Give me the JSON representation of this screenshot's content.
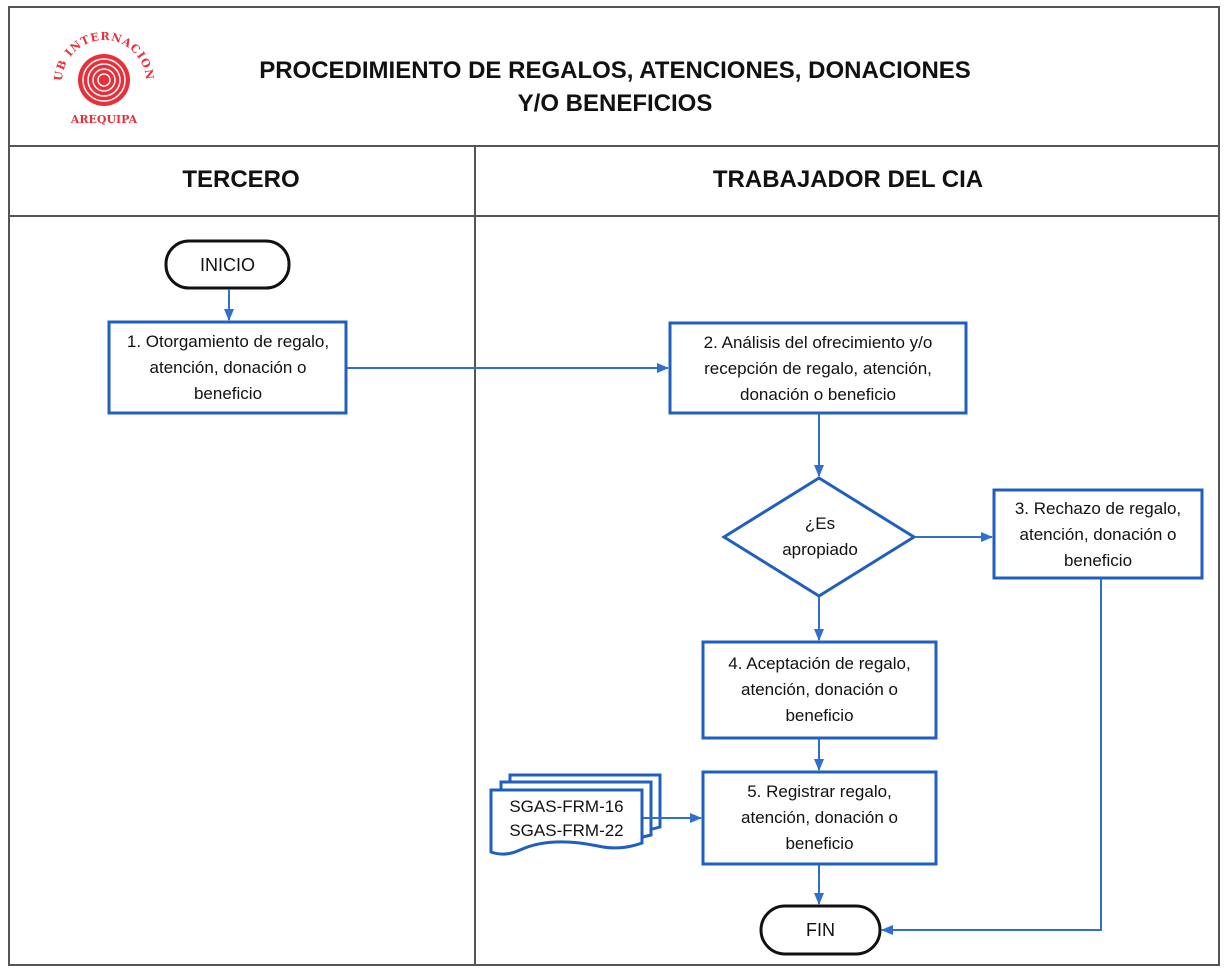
{
  "header": {
    "title_line1": "PROCEDIMIENTO DE REGALOS, ATENCIONES, DONACIONES",
    "title_line2": "Y/O BENEFICIOS",
    "logo": {
      "icon": "club-logo-icon",
      "text_top": "CLUB INTERNACIONAL",
      "text_bottom": "AREQUIPA",
      "color": "#e8303a"
    }
  },
  "lanes": {
    "left": "TERCERO",
    "right": "TRABAJADOR DEL CIA"
  },
  "nodes": {
    "start": "INICIO",
    "step1": "1. Otorgamiento de regalo, atención, donación o beneficio",
    "step2": "2. Análisis del ofrecimiento y/o recepción de regalo, atención, donación o beneficio",
    "decision": "¿Es apropiado",
    "step3": "3. Rechazo de regalo, atención, donación o beneficio",
    "step4": "4. Aceptación de regalo, atención, donación o beneficio",
    "step5": "5. Registrar regalo, atención, donación o beneficio",
    "documents": [
      "SGAS-FRM-16",
      "SGAS-FRM-22"
    ],
    "end": "FIN"
  },
  "colors": {
    "box_border": "#1f5fbf",
    "arrow": "#2f6fd0",
    "frame": "#555555"
  }
}
